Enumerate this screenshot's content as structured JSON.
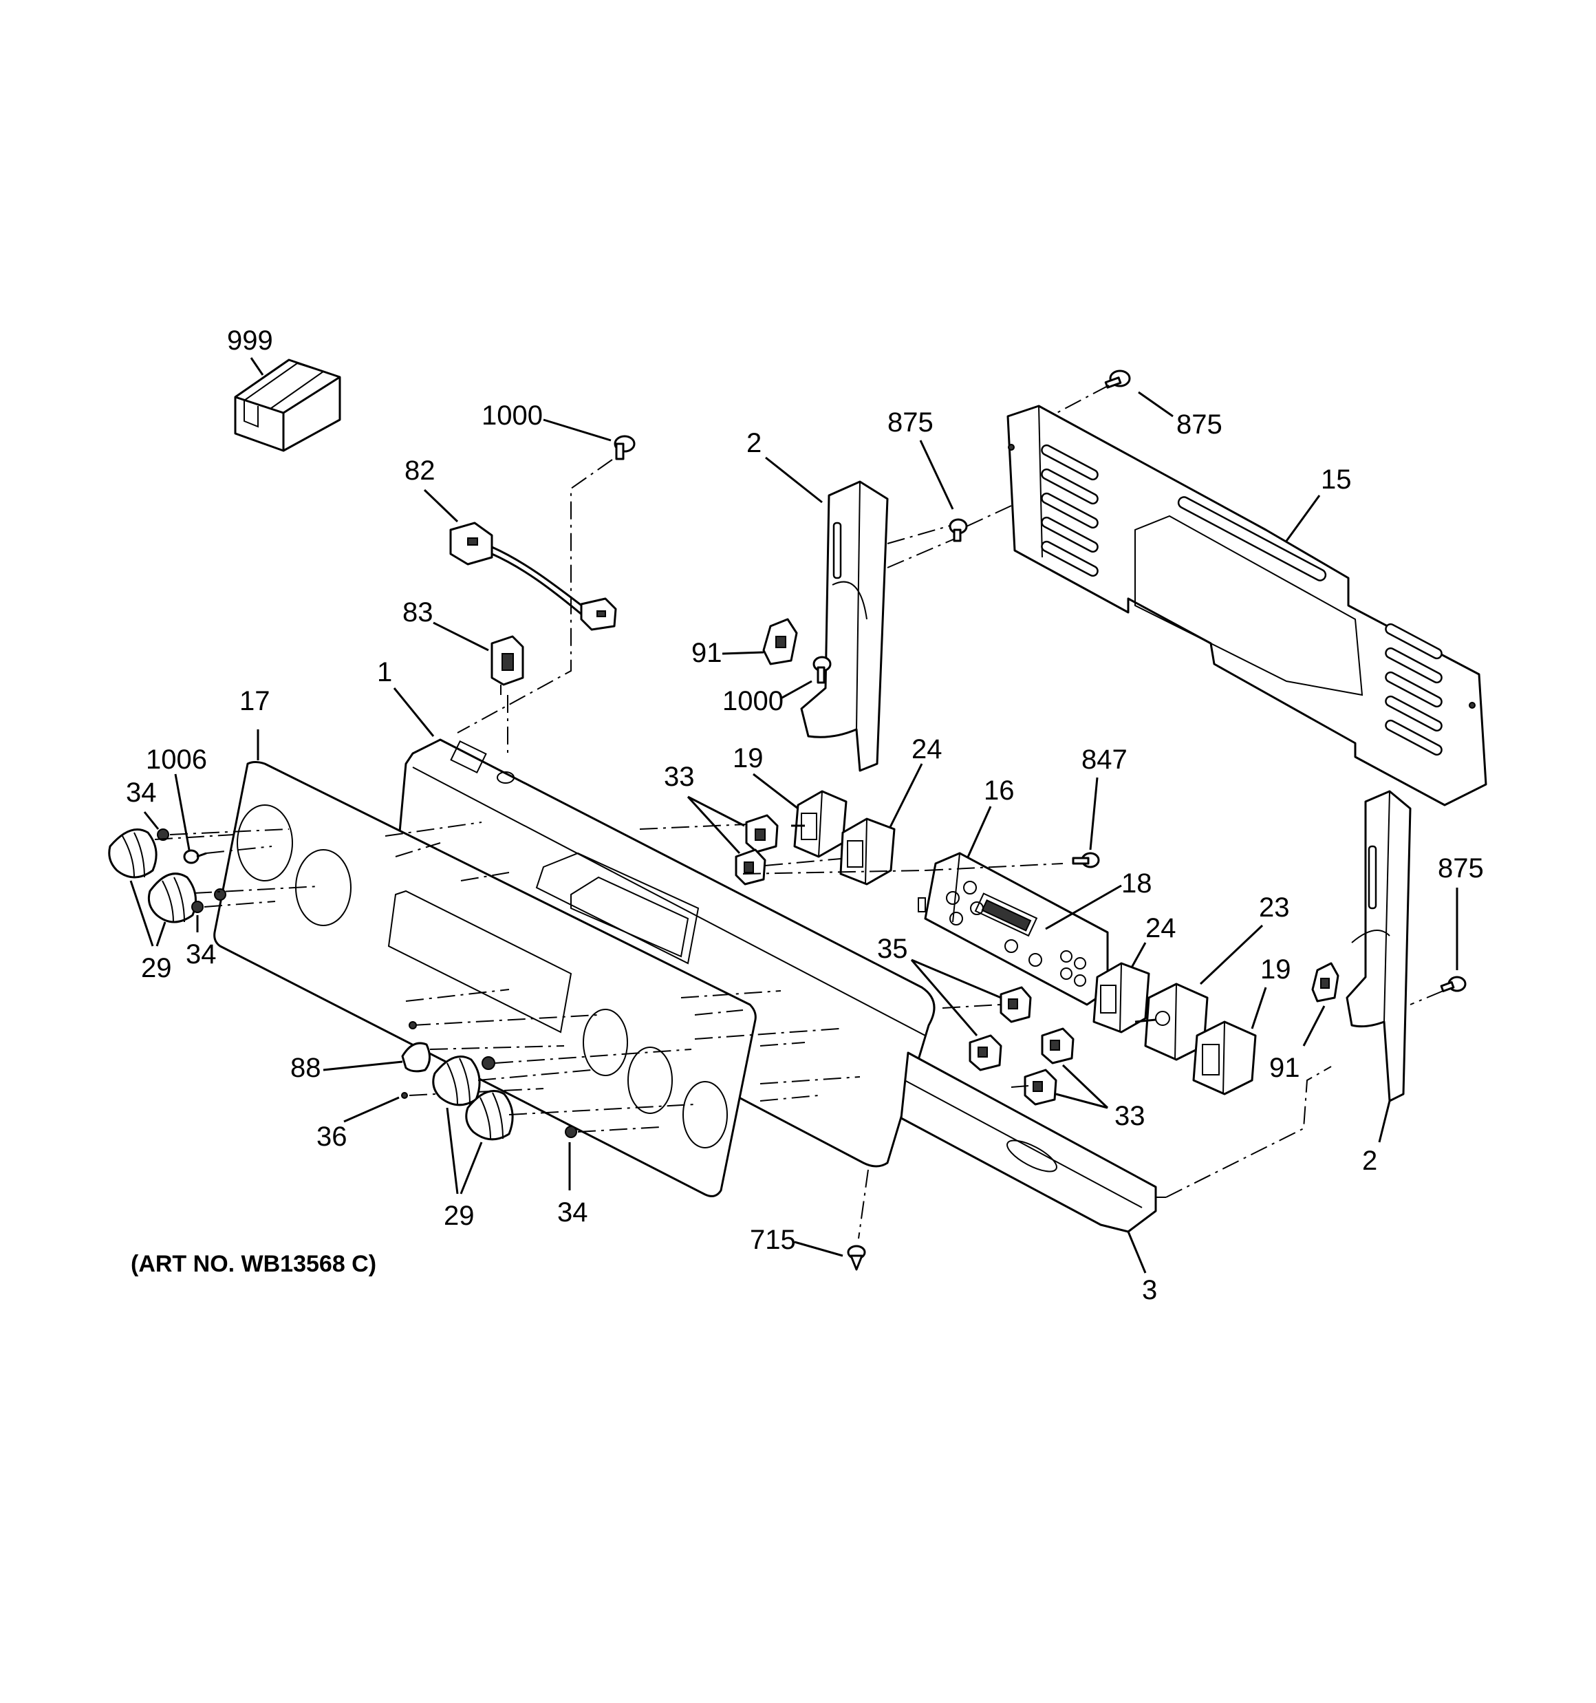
{
  "diagram": {
    "art_number": "(ART NO. WB13568 C)",
    "callouts": {
      "c999": "999",
      "c1000_top": "1000",
      "c82": "82",
      "c83": "83",
      "c1": "1",
      "c17": "17",
      "c1006": "1006",
      "c34_a": "34",
      "c34_b": "34",
      "c34_c": "34",
      "c29_a": "29",
      "c29_b": "29",
      "c2_top": "2",
      "c875_a": "875",
      "c875_b": "875",
      "c875_c": "875",
      "c15": "15",
      "c91_a": "91",
      "c1000_mid": "1000",
      "c33_a": "33",
      "c33_b": "33",
      "c19_a": "19",
      "c19_b": "19",
      "c24_a": "24",
      "c24_b": "24",
      "c16": "16",
      "c847": "847",
      "c18": "18",
      "c23": "23",
      "c35": "35",
      "c88": "88",
      "c36": "36",
      "c715": "715",
      "c3": "3",
      "c91_b": "91",
      "c2_bottom": "2"
    }
  }
}
